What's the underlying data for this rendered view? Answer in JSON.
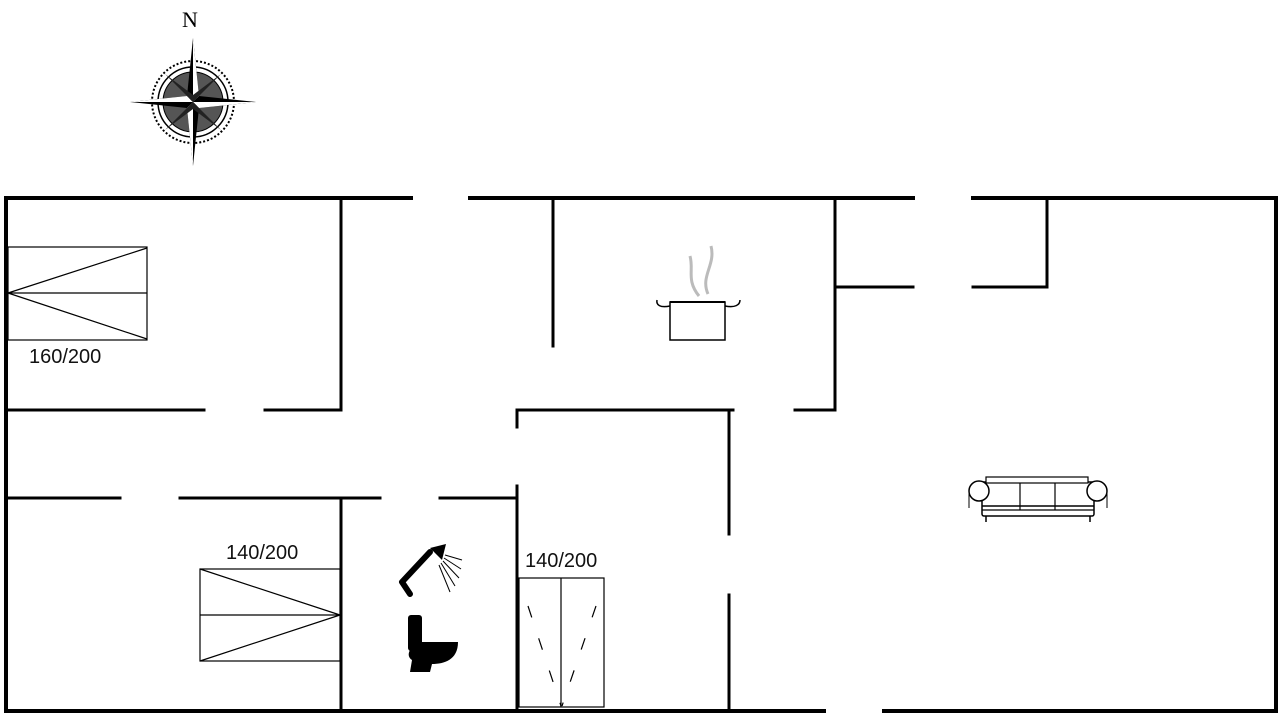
{
  "compass": {
    "north_label": "N"
  },
  "beds": [
    {
      "id": "bed-1",
      "label": "160/200"
    },
    {
      "id": "bed-2",
      "label": "140/200"
    },
    {
      "id": "bed-3",
      "label": "140/200"
    }
  ],
  "icons": {
    "compass": "compass-rose-icon",
    "kitchen": "cooking-pot-icon",
    "living": "sofa-icon",
    "bath_shower": "shower-icon",
    "bath_toilet": "toilet-icon"
  },
  "colors": {
    "wall": "#000000",
    "background": "#ffffff",
    "icon_fill": "#444444"
  }
}
